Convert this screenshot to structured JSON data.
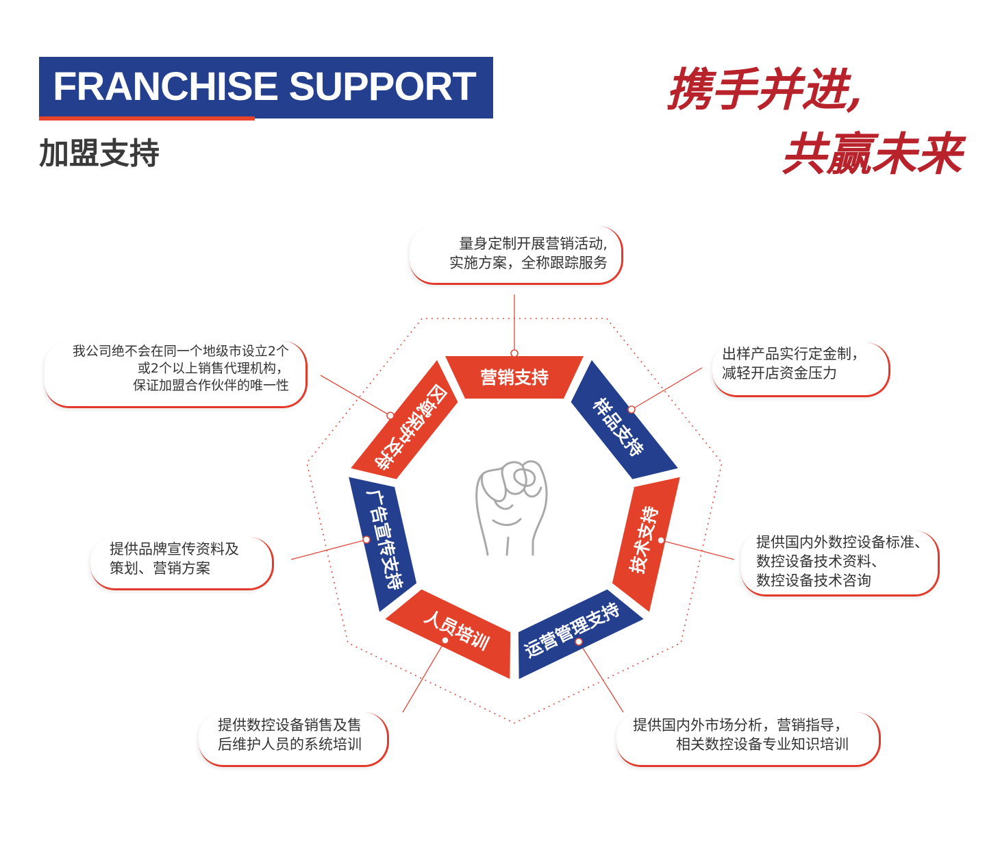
{
  "header": {
    "title_en": "FRANCHISE SUPPORT",
    "title_cn": "加盟支持"
  },
  "slogan": {
    "line1": "携手并进,",
    "line2": "共赢未来"
  },
  "segments": [
    {
      "label": "营销支持",
      "color": "#e4412b"
    },
    {
      "label": "样品支持",
      "color": "#233f8e"
    },
    {
      "label": "技术支持",
      "color": "#e4412b"
    },
    {
      "label": "运营管理支持",
      "color": "#233f8e"
    },
    {
      "label": "人员培训",
      "color": "#e4412b"
    },
    {
      "label": "广告宣传支持",
      "color": "#233f8e"
    },
    {
      "label": "区域保护支持",
      "color": "#e4412b"
    }
  ],
  "callouts": {
    "marketing": [
      "量身定制开展营销活动,",
      "实施方案，全称跟踪服务"
    ],
    "sample": [
      "出样产品实行定金制，",
      "减轻开店资金压力"
    ],
    "tech": [
      "提供国内外数控设备标准、",
      "数控设备技术资料、",
      "数控设备技术咨询"
    ],
    "operation": [
      "提供国内外市场分析，营销指导，",
      "相关数控设备专业知识培训"
    ],
    "training": [
      "提供数控设备销售及售",
      "后维护人员的系统培训"
    ],
    "ad": [
      "提供品牌宣传资料及",
      "策划、营销方案"
    ],
    "region": [
      "我公司绝不会在同一个地级市设立2个",
      "或2个以上销售代理机构，",
      "保证加盟合作伙伴的唯一性"
    ]
  },
  "center_icon": "fist-icon"
}
